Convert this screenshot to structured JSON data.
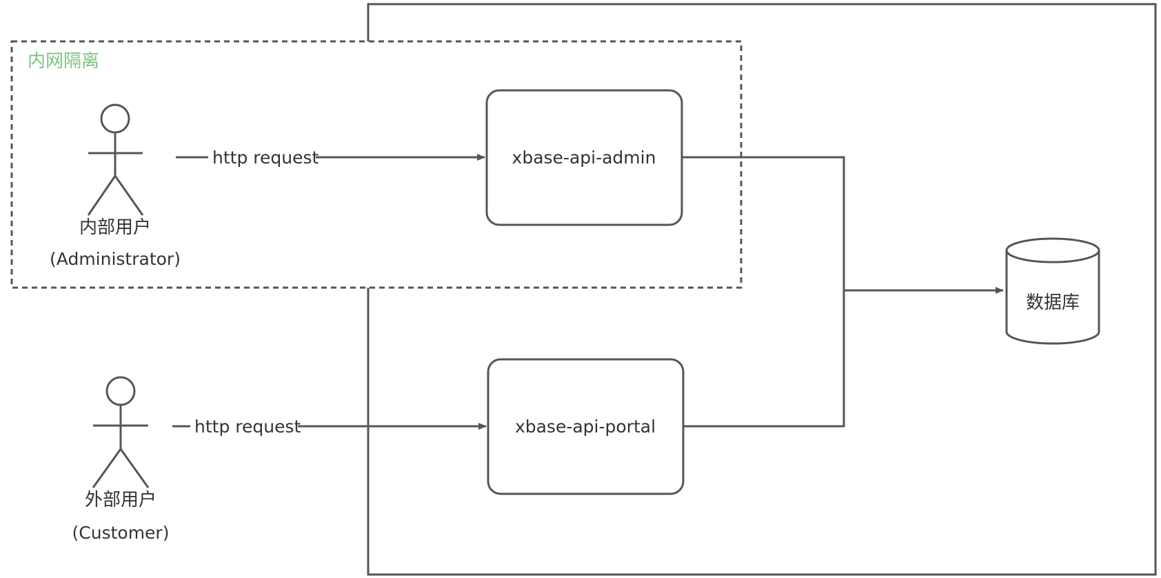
{
  "zone": {
    "label": "内网隔离",
    "label_color": "#7dc47f"
  },
  "actors": {
    "internal": {
      "name": "内部用户",
      "role": "(Administrator)"
    },
    "external": {
      "name": "外部用户",
      "role": "(Customer)"
    }
  },
  "edges": {
    "internal_request": "http request",
    "external_request": "http request"
  },
  "services": {
    "admin": "xbase-api-admin",
    "portal": "xbase-api-portal"
  },
  "database": {
    "label": "数据库"
  },
  "colors": {
    "stroke": "#555555",
    "text": "#333333",
    "zone_label": "#7dc47f"
  }
}
